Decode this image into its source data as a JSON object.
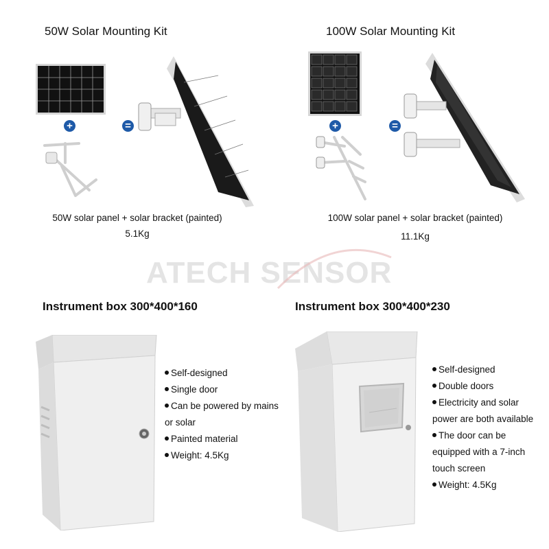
{
  "kits": [
    {
      "title": "50W Solar Mounting Kit",
      "caption": "50W solar panel + solar bracket (painted)",
      "weight": "5.1Kg"
    },
    {
      "title": "100W Solar Mounting Kit",
      "caption": "100W solar panel + solar bracket (painted)",
      "weight": "11.1Kg"
    }
  ],
  "operators": {
    "plus": "+",
    "equals": "="
  },
  "watermark": "ATECH SENSOR",
  "boxes": [
    {
      "title": "Instrument box 300*400*160",
      "features": [
        "Self-designed",
        "Single door",
        "Can be powered by mains",
        "or solar",
        "Painted material",
        "Weight: 4.5Kg"
      ]
    },
    {
      "title": "Instrument box 300*400*230",
      "features": [
        "Self-designed",
        "Double doors",
        "Electricity and solar",
        "power are both available",
        "The door can be",
        "equipped with a 7-inch",
        "touch screen",
        "Weight: 4.5Kg"
      ]
    }
  ]
}
